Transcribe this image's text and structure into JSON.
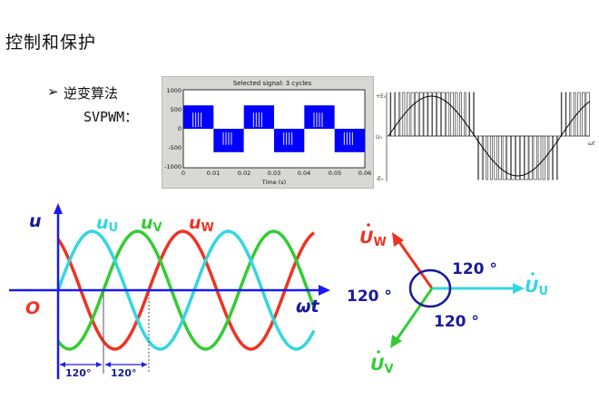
{
  "slide": {
    "title": "控制和保护",
    "bullet_marker": "➢",
    "bullet_text": "逆变算法",
    "sub_label": "SVPWM："
  },
  "matlab_plot": {
    "title": "Selected signal: 3 cycles",
    "xlabel": "Time (s)",
    "yticks": [
      "1000",
      "500",
      "0",
      "-500",
      "-1000"
    ],
    "xticks": [
      "0",
      "0.01",
      "0.02",
      "0.03",
      "0.04",
      "0.05",
      "0.06"
    ]
  },
  "pwm_diagram": {
    "y_top": "+E₀",
    "y_mid": "U₀",
    "y_bottom": "-E₀",
    "x_label": "ωt"
  },
  "three_phase": {
    "y_axis_label": "u",
    "x_axis_label": "ωt",
    "origin_label": "O",
    "u_label": "u",
    "u_sub": "U",
    "v_label": "u",
    "v_sub": "V",
    "w_label": "u",
    "w_sub": "W",
    "angle_1": "120°",
    "angle_2": "120°"
  },
  "phasor": {
    "uw_sym": "U",
    "uw_sub": "W",
    "uu_sym": "U",
    "uu_sub": "U",
    "uv_sym": "U",
    "uv_sub": "V",
    "angle_top": "120 °",
    "angle_left": "120 °",
    "angle_bottom": "120 °"
  },
  "colors": {
    "phase_u": "#33d6e0",
    "phase_v": "#33cc33",
    "phase_w": "#ee3322",
    "axis": "#1a1aee",
    "label": "#1a1a99",
    "pwm_fill": "#0000ff"
  }
}
